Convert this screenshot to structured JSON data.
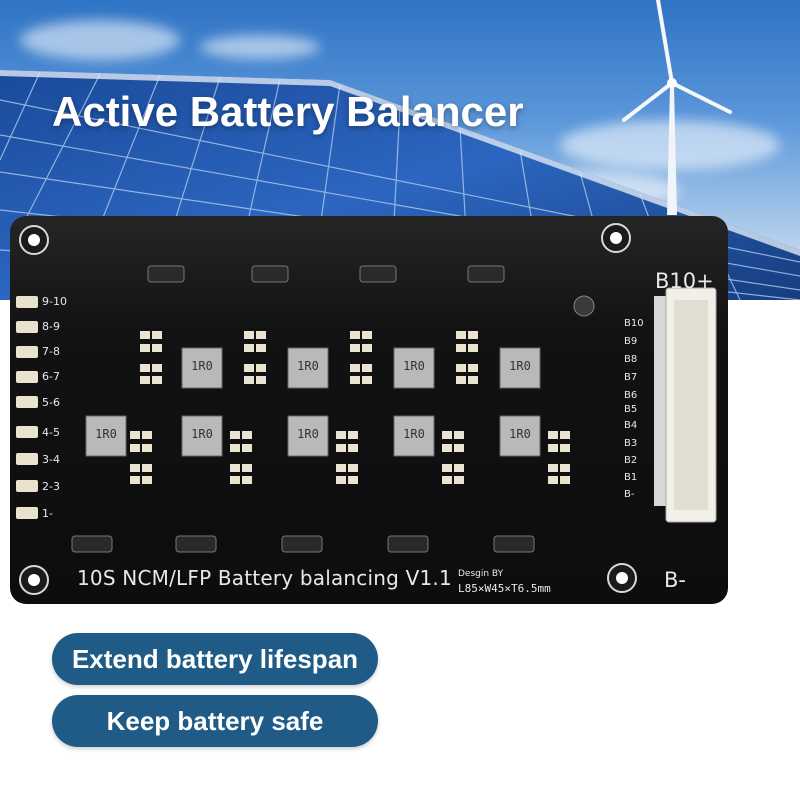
{
  "headline": "Active Battery Balancer",
  "board": {
    "silk_title": "10S NCM/LFP Battery balancing V1.1",
    "design_by": "Desgin BY",
    "dimensions": "L85×W45×T6.5mm",
    "terminal_top": "B10+",
    "terminal_bottom": "B-",
    "led_labels": [
      "9-10",
      "8-9",
      "7-8",
      "6-7",
      "5-6",
      "4-5",
      "3-4",
      "2-3",
      "1-"
    ],
    "pin_labels": [
      "B10",
      "B9",
      "B8",
      "B7",
      "B6",
      "B5",
      "B4",
      "B3",
      "B2",
      "B1",
      "B-"
    ],
    "inductor_label": "1R0"
  },
  "features": {
    "pill_1": "Extend battery lifespan",
    "pill_2": "Keep battery safe"
  },
  "colors": {
    "pill_bg": "#1f5b86",
    "board_bg": "#0d0d0d",
    "sky_top": "#2f73c4"
  }
}
